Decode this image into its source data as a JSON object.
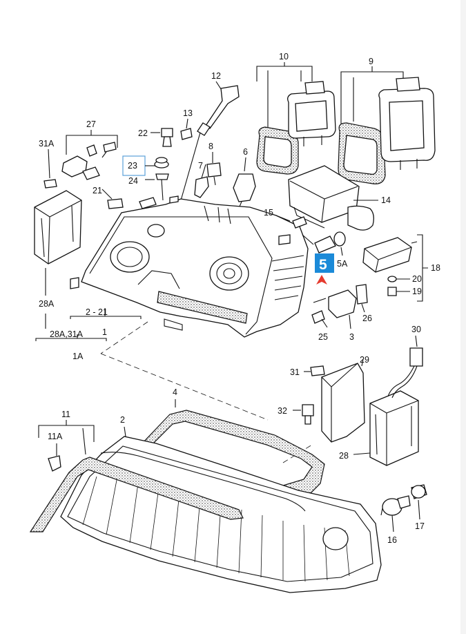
{
  "labels": {
    "l10": "10",
    "l9": "9",
    "l12": "12",
    "l13": "13",
    "l27": "27",
    "l22": "22",
    "l31A": "31A",
    "l8": "8",
    "l23": "23",
    "l24": "24",
    "l7": "7",
    "l6": "6",
    "l14": "14",
    "l21": "21",
    "l15": "15",
    "l5A": "5A",
    "l18": "18",
    "l20": "20",
    "l19": "19",
    "l26": "26",
    "l25": "25",
    "l3": "3",
    "l28A": "28A",
    "l2_21": "2 - 21",
    "l1": "1",
    "l28A31A": "28A,31A",
    "l1A": "1A",
    "l30": "30",
    "l29": "29",
    "l31": "31",
    "l32": "32",
    "l28": "28",
    "l4": "4",
    "l11": "11",
    "l2": "2",
    "l11A": "11A",
    "l16": "16",
    "l17": "17"
  },
  "highlight": {
    "label": "5",
    "color": "#1b8ad8",
    "arrow_color": "#e53a2e"
  }
}
